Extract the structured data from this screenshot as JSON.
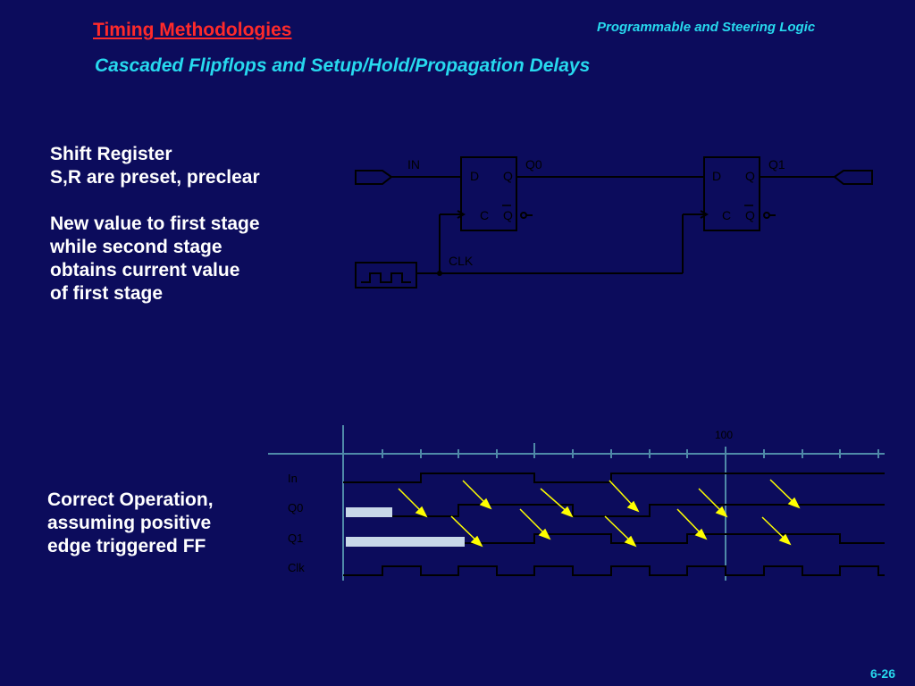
{
  "header": {
    "title": "Timing Methodologies",
    "course": "Programmable and Steering Logic",
    "subtitle": "Cascaded Flipflops and Setup/Hold/Propagation Delays"
  },
  "description1": {
    "lines": [
      "Shift Register",
      "S,R are preset, preclear",
      "",
      "New value to first stage",
      "while second stage",
      "obtains current value",
      "of first stage"
    ]
  },
  "circuit": {
    "in_label": "IN",
    "q0_label": "Q0",
    "q1_label": "Q1",
    "clk_label": "CLK",
    "ff1": {
      "d": "D",
      "q": "Q",
      "c": "C",
      "qbar": "Q"
    },
    "ff2": {
      "d": "D",
      "q": "Q",
      "c": "C",
      "qbar": "Q"
    }
  },
  "description2": {
    "lines": [
      "Correct Operation,",
      "assuming positive",
      "edge triggered FF"
    ]
  },
  "waveform": {
    "marker_label": "100",
    "signals": [
      "In",
      "Q0",
      "Q1",
      "Clk"
    ]
  },
  "footer": {
    "page": "6-26"
  },
  "colors": {
    "background": "#0c0c5c",
    "title": "#ff2a2a",
    "accent": "#27d9ee",
    "panel": "#0000cc",
    "arrow": "#ffff00"
  }
}
